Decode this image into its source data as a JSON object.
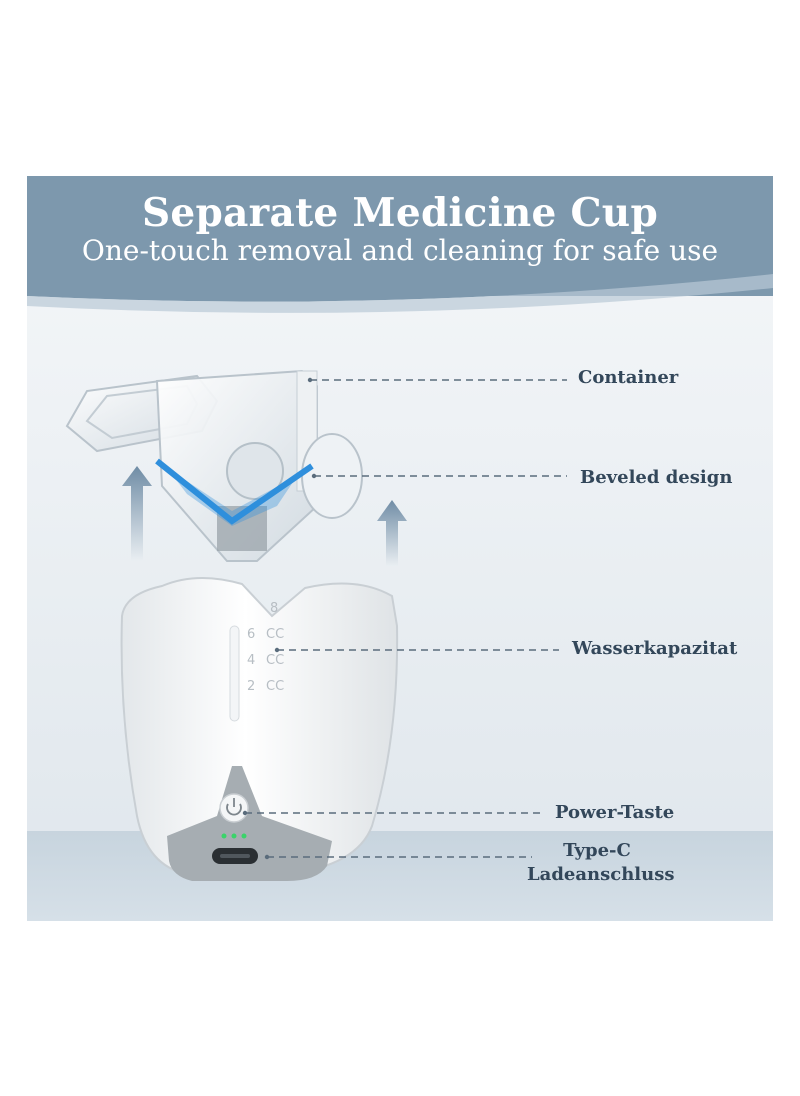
{
  "header": {
    "title": "Separate Medicine Cup",
    "subtitle": "One-touch removal and cleaning for safe use"
  },
  "callouts": {
    "container": "Container",
    "beveled": "Beveled design",
    "water_capacity": "Wasserkapazitat",
    "power": "Power-Taste",
    "usb_line1": "Type-C",
    "usb_line2": "Ladeanschluss"
  },
  "scale": {
    "marks": [
      "8",
      "6",
      "4",
      "2"
    ],
    "units": [
      "CC",
      "CC",
      "CC"
    ]
  },
  "colors": {
    "header_band": "#7d98ad",
    "accent_blue": "#2f8fdc",
    "arrow": "#6f8ca5",
    "label_text": "#33475a",
    "led_green": "#3ad36a"
  },
  "icons": {
    "power": "power-icon",
    "usb": "usb-c-port-icon",
    "arrows": "arrow-up-icon"
  }
}
